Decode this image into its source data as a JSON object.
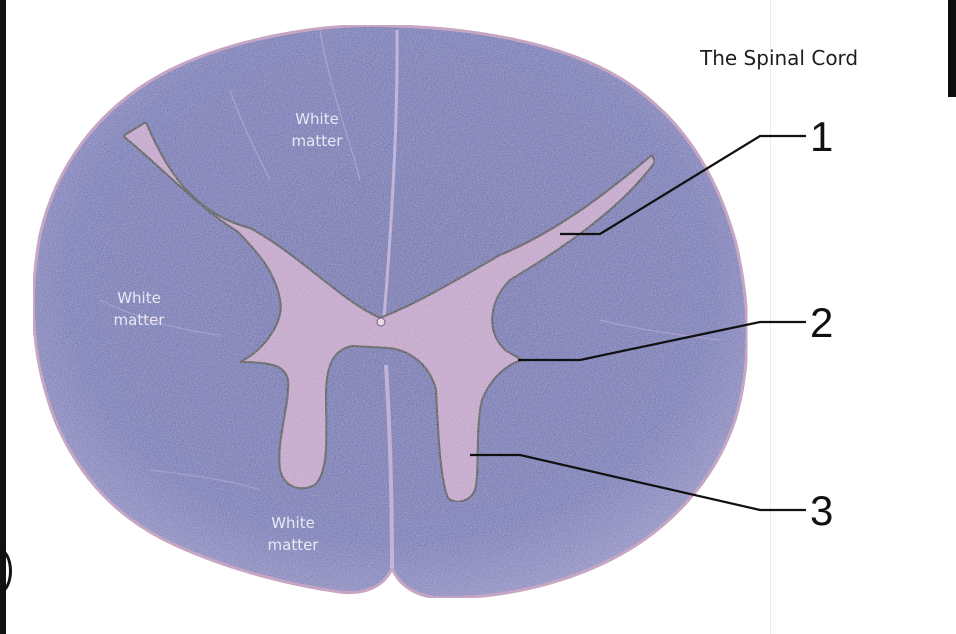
{
  "title": "The Spinal Cord",
  "region_labels": {
    "white_matter_top": "White matter",
    "white_matter_left": "White matter",
    "white_matter_bottom": "White matter"
  },
  "callouts": [
    {
      "number": "1"
    },
    {
      "number": "2"
    },
    {
      "number": "3"
    }
  ],
  "colors": {
    "white_matter": "#5b5ea8",
    "gray_matter": "#c9a3c8",
    "outline": "#1a1a1a",
    "title_text": "#1e1e1e"
  }
}
